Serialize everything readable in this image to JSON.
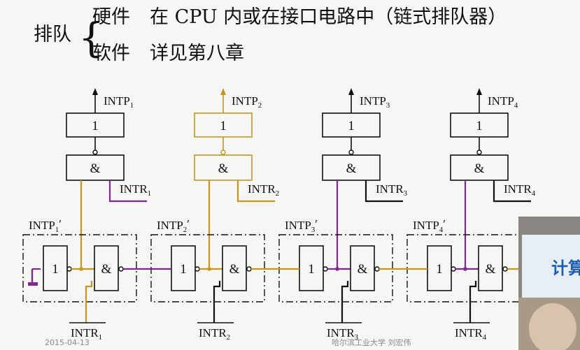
{
  "header": {
    "main_label": "排队",
    "hardware_label": "硬件",
    "hardware_text": "在 CPU 内或在接口电路中（链式排队器）",
    "software_label": "软件",
    "software_text": "详见第八章"
  },
  "outputs": [
    {
      "name": "INTP",
      "sub": "1"
    },
    {
      "name": "INTP",
      "sub": "2"
    },
    {
      "name": "INTP",
      "sub": "3"
    },
    {
      "name": "INTP",
      "sub": "4"
    }
  ],
  "requests": [
    {
      "name": "INTR",
      "sub": "1"
    },
    {
      "name": "INTR",
      "sub": "2"
    },
    {
      "name": "INTR",
      "sub": "3"
    },
    {
      "name": "INTR",
      "sub": "4"
    }
  ],
  "chain_labels": [
    {
      "name": "INTP",
      "sub": "1",
      "prime": "′"
    },
    {
      "name": "INTP",
      "sub": "2",
      "prime": "′"
    },
    {
      "name": "INTP",
      "sub": "3",
      "prime": "′"
    },
    {
      "name": "INTP",
      "sub": "4",
      "prime": "′"
    }
  ],
  "bottom_requests": [
    {
      "name": "INTR",
      "sub": "1"
    },
    {
      "name": "INTR",
      "sub": "2"
    },
    {
      "name": "INTR",
      "sub": "3"
    },
    {
      "name": "INTR",
      "sub": "4"
    }
  ],
  "gates": {
    "not_label": "1",
    "and_label": "&"
  },
  "footer": {
    "date": "2015-04-13",
    "credit": "哈尔滨工业大学  刘宏伟"
  },
  "camera_text": "计算",
  "colors": {
    "orange": "#c8961e",
    "purple": "#7d2a8e",
    "black": "#111111"
  }
}
